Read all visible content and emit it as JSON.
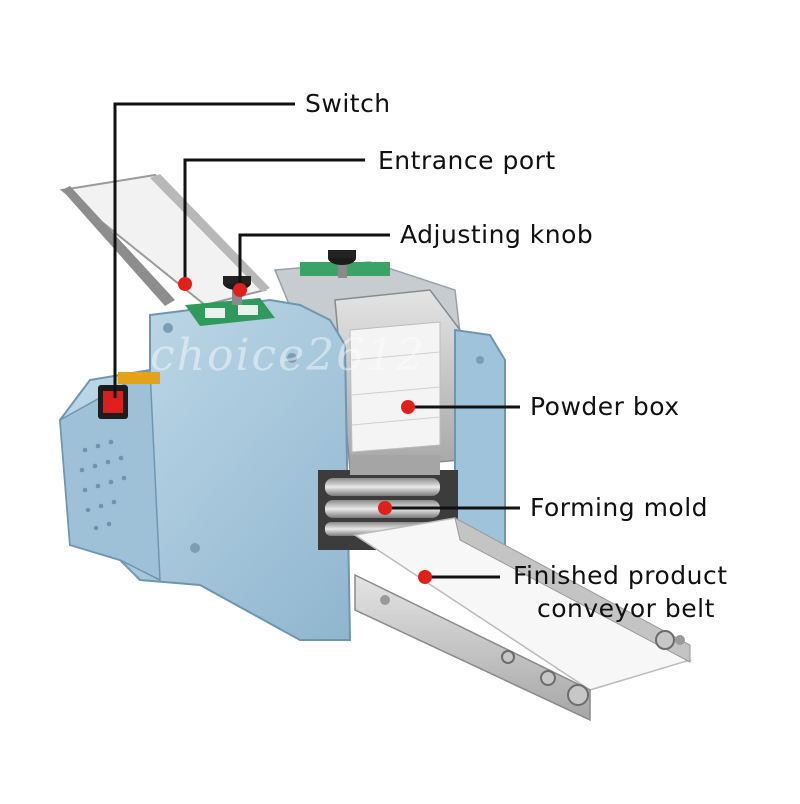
{
  "labels": {
    "switch": "Switch",
    "entrance_port": "Entrance port",
    "adjusting_knob": "Adjusting knob",
    "powder_box": "Powder box",
    "forming_mold": "Forming mold",
    "conveyor_line1": "Finished product",
    "conveyor_line2": "conveyor belt"
  },
  "watermark": "choice2612",
  "colors": {
    "body_blue": "#a9cbe0",
    "body_blue_dark": "#7fa9c4",
    "steel": "#c9c9c9",
    "marker_red": "#e0201b",
    "leader_line": "#111111",
    "switch_red": "#d81e1e",
    "panel_green": "#2f9a5b"
  }
}
